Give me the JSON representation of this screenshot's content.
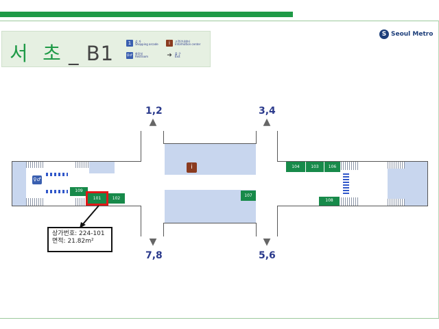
{
  "header": {
    "station_name": "서  초",
    "level": "_ B1"
  },
  "legend": {
    "items": [
      {
        "icon": "1",
        "line1": "상 가",
        "line2": "Shopping arcade",
        "color": "#3a5fb0"
      },
      {
        "icon": "i",
        "line1": "고객안내센터",
        "line2": "Information center",
        "color": "#8a3b20"
      },
      {
        "icon": "♀♂",
        "line1": "화장실",
        "line2": "Restroom",
        "color": "#3a5fb0"
      },
      {
        "icon": "➜",
        "line1": "출 구",
        "line2": "Exit",
        "color": "#444444"
      }
    ]
  },
  "logo": {
    "text": "Seoul Metro",
    "mark": "S"
  },
  "exits": {
    "top_left": "1,2",
    "top_right": "3,4",
    "bottom_left": "7,8",
    "bottom_right": "5,6"
  },
  "shops": [
    {
      "id": "104"
    },
    {
      "id": "103"
    },
    {
      "id": "106"
    },
    {
      "id": "109"
    },
    {
      "id": "101"
    },
    {
      "id": "102"
    },
    {
      "id": "107"
    },
    {
      "id": "108"
    }
  ],
  "callout": {
    "shop_line": "상가번호: 224-101",
    "area_line": "면적: 21.82m²"
  },
  "icons": {
    "info": "information-center-icon",
    "restroom": "restroom-icon",
    "exit_arrow": "exit-arrow-icon"
  },
  "colors": {
    "brand_green": "#1f9a47",
    "shop_green": "#178a4a",
    "zone_blue": "#c8d6ee",
    "highlight_red": "#e01818",
    "exit_blue": "#2b3a8c"
  }
}
